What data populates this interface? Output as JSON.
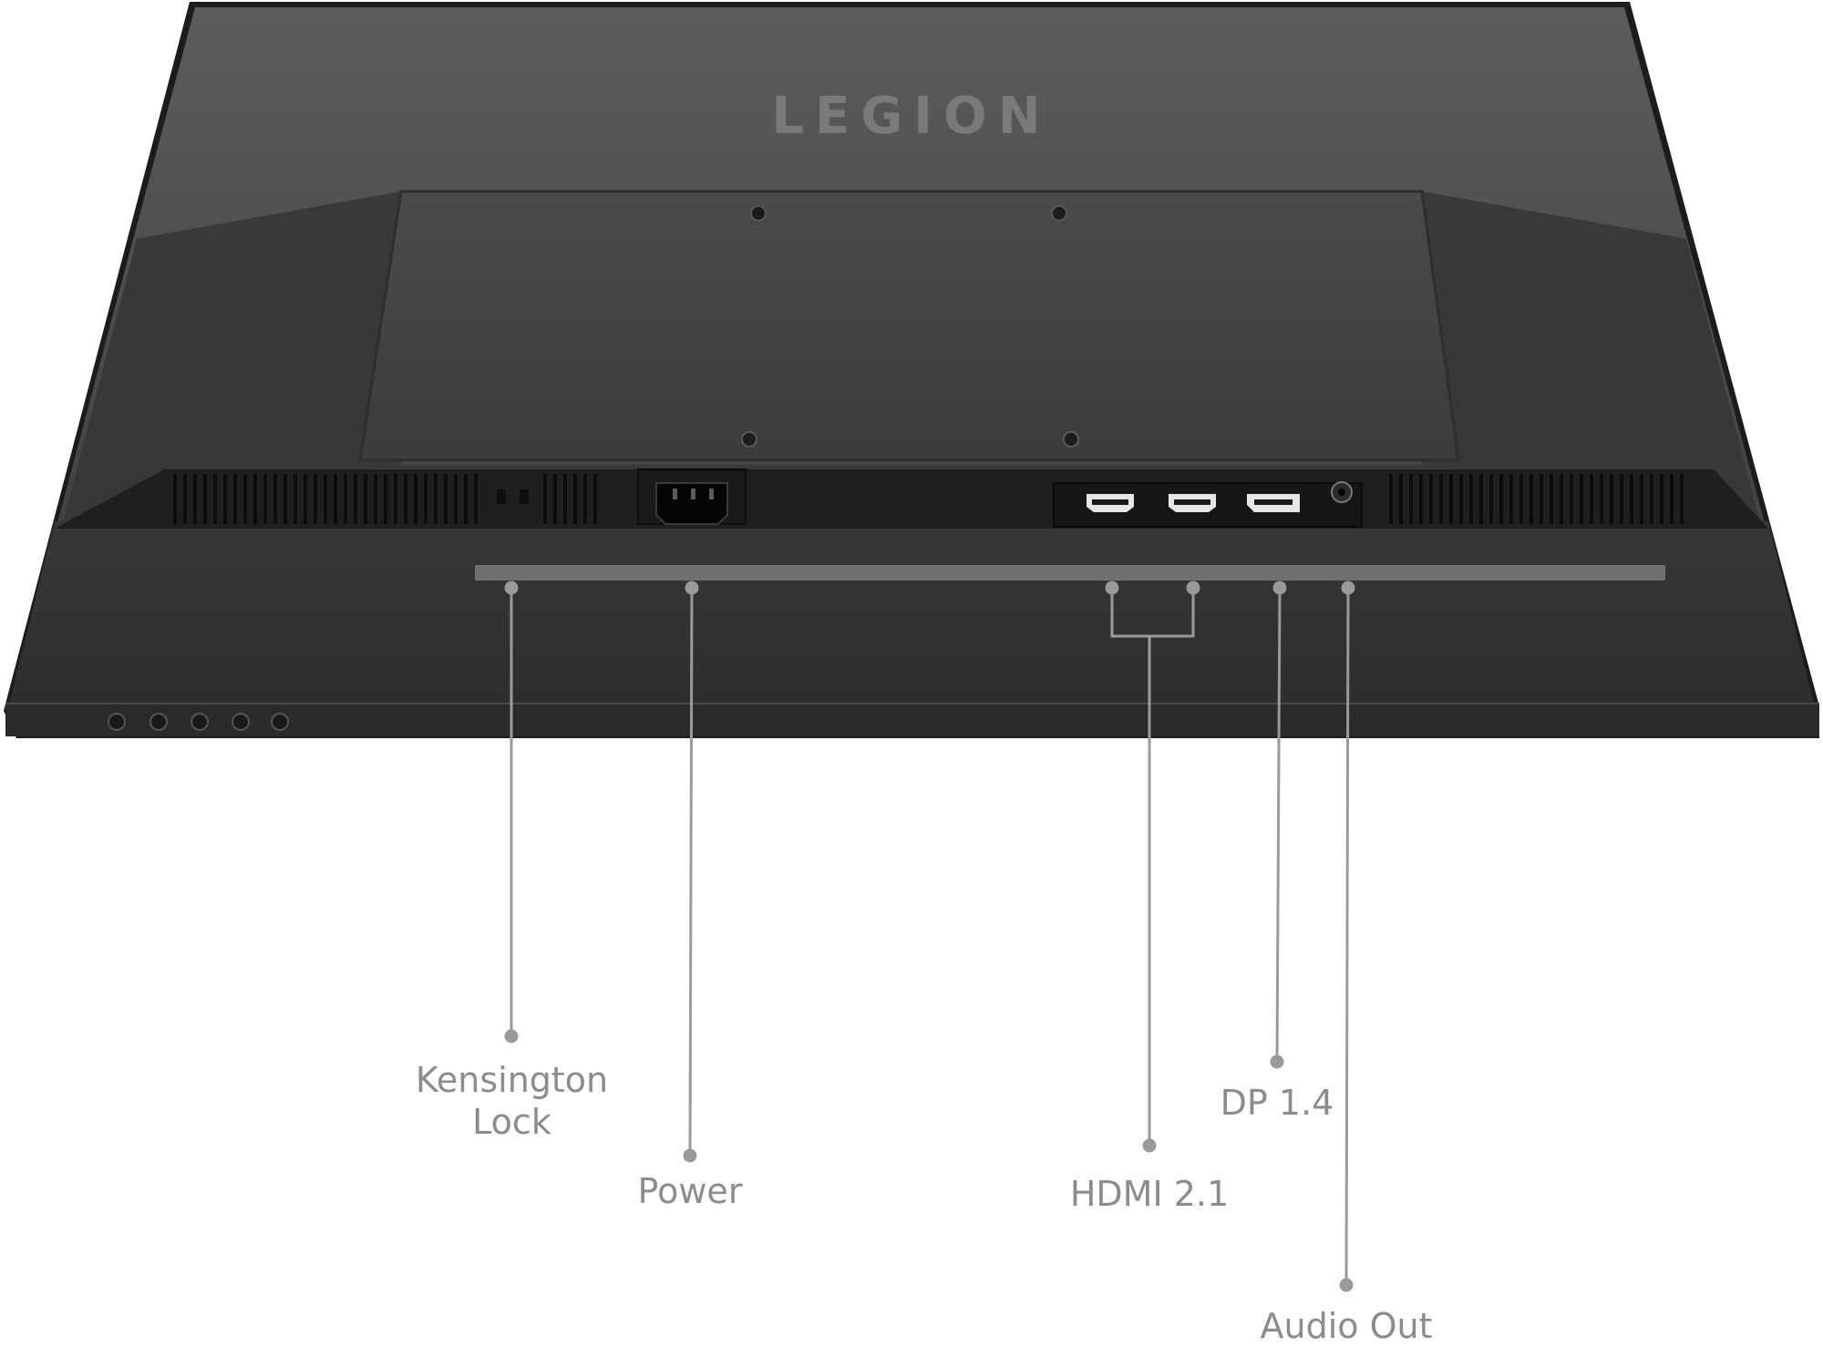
{
  "brand": {
    "logo_text": "LEGION"
  },
  "callouts": {
    "kensington": {
      "line1": "Kensington",
      "line2": "Lock"
    },
    "power": "Power",
    "hdmi": "HDMI 2.1",
    "dp": "DP 1.4",
    "audio": "Audio Out"
  },
  "colors": {
    "background": "#ffffff",
    "monitor_body": "#3a3a3a",
    "monitor_edge": "#1a1a1a",
    "callout_line": "#9a9a9a",
    "callout_text": "#8c8c8c",
    "logo": "#7a7a7a"
  },
  "icons": {
    "ports": [
      "power-inlet-icon",
      "hdmi-port-icon",
      "hdmi-port-icon",
      "displayport-icon",
      "audio-jack-icon"
    ],
    "buttons": [
      "joystick-button-icon"
    ]
  }
}
